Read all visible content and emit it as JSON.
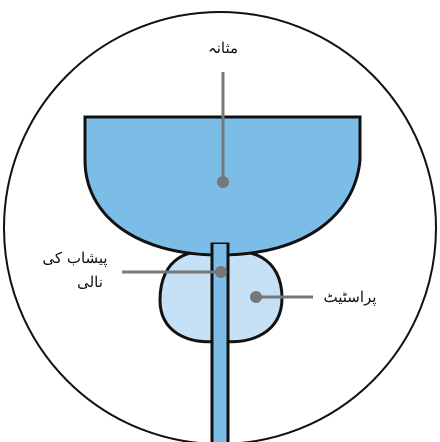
{
  "labels": {
    "bladder": "مثانہ",
    "urethra_line1": "پیشاب کی",
    "urethra_line2": "نالی",
    "prostate": "پراسٹیٹ"
  },
  "colors": {
    "bladder_fill": "#7cbde8",
    "prostate_fill": "#c6e1f6",
    "outline": "#111111",
    "pointer": "#777777",
    "background": "#ffffff"
  }
}
